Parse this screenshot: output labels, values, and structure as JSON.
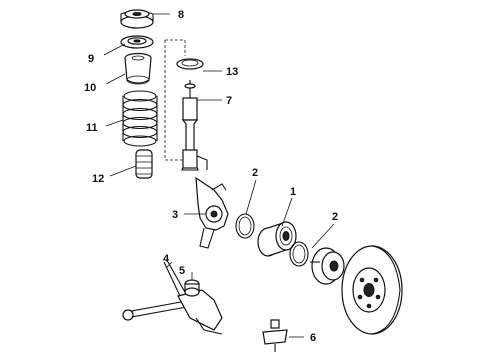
{
  "callouts": {
    "c1": "1",
    "c2a": "2",
    "c2b": "2",
    "c3": "3",
    "c4": "4",
    "c5": "5",
    "c6": "6",
    "c7": "7",
    "c8": "8",
    "c9": "9",
    "c10": "10",
    "c11": "11",
    "c12": "12",
    "c13": "13"
  },
  "colors": {
    "ink": "#111111",
    "paper": "#ffffff"
  },
  "parts": [
    "upper-mount",
    "bearing-plate",
    "spring-seat",
    "coil-spring",
    "bump-stop",
    "upper-insulator",
    "strut-assembly",
    "steering-knuckle",
    "snap-ring",
    "wheel-bearing",
    "hub",
    "brake-rotor",
    "lower-control-arm",
    "control-arm-bushing",
    "ball-joint"
  ]
}
